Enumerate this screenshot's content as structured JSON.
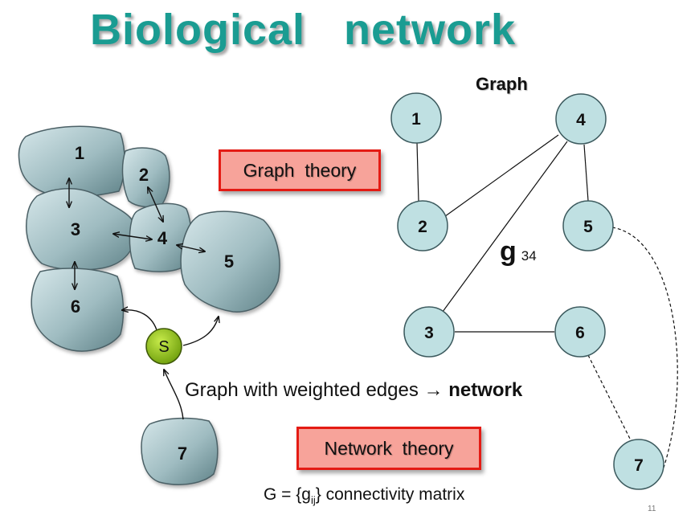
{
  "title": "Biological   network",
  "graph_label": "Graph",
  "graph_theory_label": "Graph  theory",
  "network_theory_label": "Network  theory",
  "caption": {
    "text": "Graph with weighted edges → ",
    "bold": "network"
  },
  "matrix": {
    "prefix": "G = {g",
    "sub": "ij",
    "suffix": "}  connectivity matrix"
  },
  "edge_weight": {
    "symbol": "g",
    "subscript": "34"
  },
  "page_number": "11",
  "blobs": [
    {
      "id": "blob-1",
      "label": "1"
    },
    {
      "id": "blob-2",
      "label": "2"
    },
    {
      "id": "blob-3",
      "label": "3"
    },
    {
      "id": "blob-4",
      "label": "4"
    },
    {
      "id": "blob-5",
      "label": "5"
    },
    {
      "id": "blob-6",
      "label": "6"
    },
    {
      "id": "blob-7",
      "label": "7"
    }
  ],
  "signal": {
    "label": "S"
  },
  "graph_nodes": [
    {
      "label": "1"
    },
    {
      "label": "2"
    },
    {
      "label": "3"
    },
    {
      "label": "4"
    },
    {
      "label": "5"
    },
    {
      "label": "6"
    },
    {
      "label": "7"
    }
  ],
  "colors": {
    "title": "#1a9c92",
    "node_fill": "#bfe0e2",
    "blob_light": "#c9dde0",
    "blob_dark": "#5f8288",
    "signal": "#8fc21a",
    "label_fill": "#f7a39a",
    "label_border": "#e41b14"
  }
}
